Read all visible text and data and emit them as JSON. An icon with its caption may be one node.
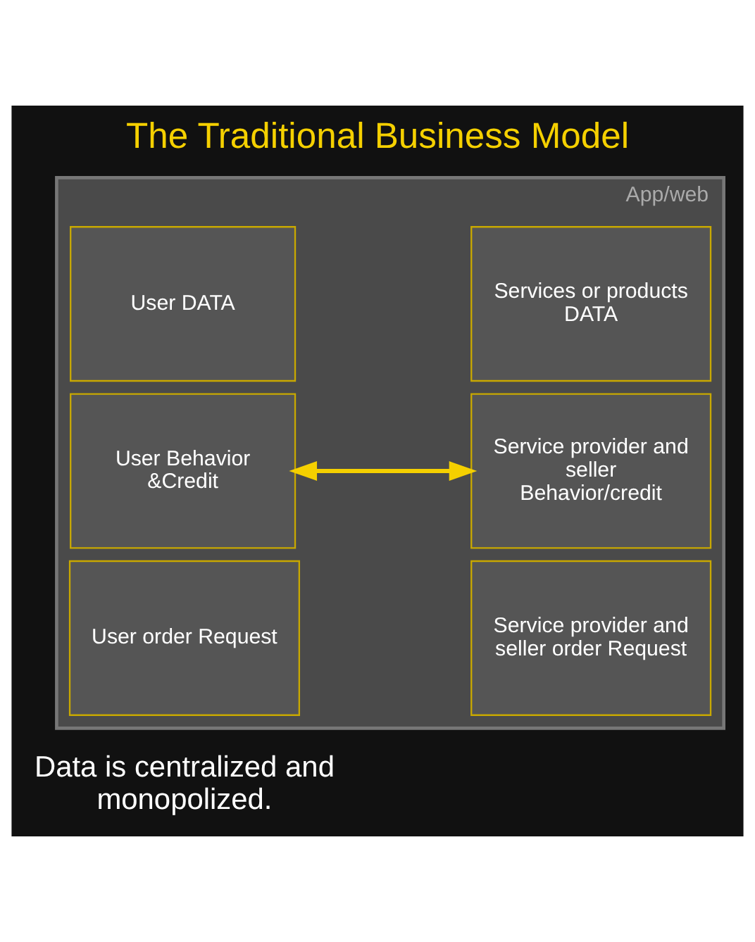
{
  "diagram": {
    "title": "The Traditional Business Model",
    "caption": "Data is centralized and monopolized.",
    "nodes": [
      {
        "text": [
          "App/web"
        ]
      },
      {
        "text": [
          "User DATA"
        ],
        "in": 0
      },
      {
        "text": [
          "User Behavior &Credit"
        ],
        "in": 0
      },
      {
        "text": [
          "User order Request"
        ],
        "in": 0
      },
      {
        "text": [
          "Services or products DATA"
        ],
        "in": 0
      },
      {
        "text": [
          "Service provider and seller Behavior/credit"
        ],
        "in": 0
      },
      {
        "text": [
          "Service provider and seller order Request"
        ],
        "in": 0
      }
    ],
    "edges": [
      {
        "from": 2,
        "to": 5,
        "arrow": "both",
        "color": "#f5d000"
      }
    ]
  }
}
